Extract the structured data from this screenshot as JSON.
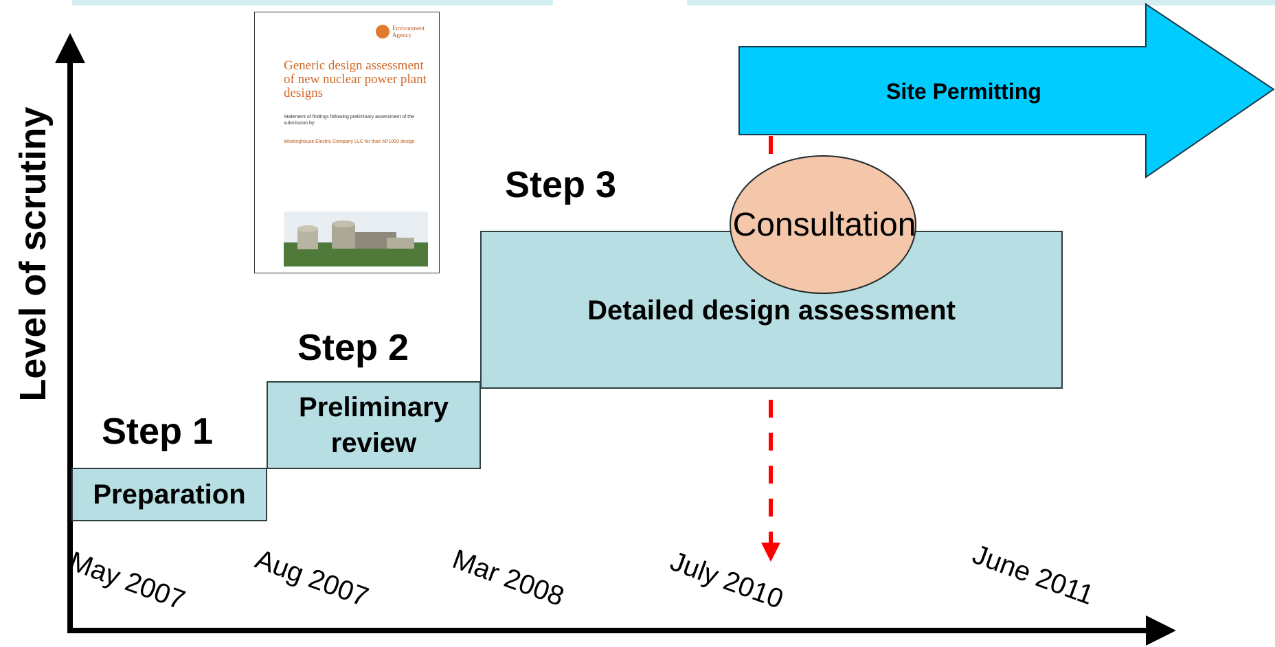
{
  "y_axis_label": "Level of scrutiny",
  "steps": [
    {
      "label": "Step 1",
      "box_text": "Preparation"
    },
    {
      "label": "Step 2",
      "box_text": "Preliminary review"
    },
    {
      "label": "Step 3",
      "box_text": "Detailed design assessment"
    }
  ],
  "consultation": "Consultation",
  "site_permitting": "Site Permitting",
  "dates": [
    "May 2007",
    "Aug 2007",
    "Mar 2008",
    "July 2010",
    "June 2011"
  ],
  "document": {
    "agency": "Environment Agency",
    "title": "Generic design assessment of new nuclear power plant designs",
    "subtitle": "Statement of findings following preliminary assessment of the submission by:",
    "subject": "Westinghouse Electric Company LLC for their AP1000 design"
  },
  "colors": {
    "box_fill": "#b7dfe3",
    "arrow_fill": "#00ccff",
    "ellipse_fill": "#f4c6aa",
    "dashed_arrow": "#ff0000"
  }
}
